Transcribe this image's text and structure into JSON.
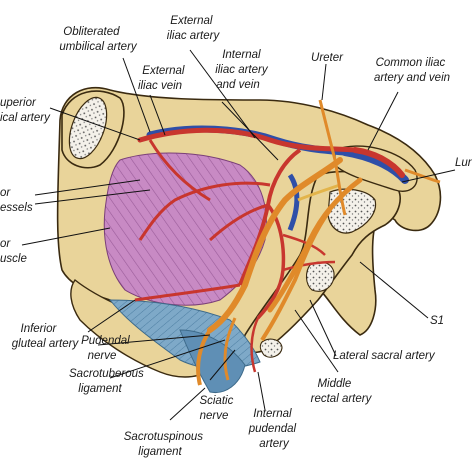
{
  "labels": {
    "obliterated_umbilical_artery": [
      "Obliterated",
      "umbilical artery"
    ],
    "external_iliac_artery": [
      "External",
      "iliac artery"
    ],
    "external_iliac_vein": [
      "External",
      "iliac vein"
    ],
    "internal_iliac_artery_vein": [
      "Internal",
      "iliac artery",
      "and vein"
    ],
    "ureter": [
      "Ureter"
    ],
    "common_iliac_artery_vein": [
      "Common iliac",
      "artery and vein"
    ],
    "superior_vesical_artery": [
      "uperior",
      "ical artery"
    ],
    "lumbosacral_trunk": [
      "Lur"
    ],
    "inferior_vessels": [
      "or",
      "essels"
    ],
    "muscle": [
      "or",
      "uscle"
    ],
    "inferior_gluteal_artery": [
      "Inferior",
      "gluteal artery"
    ],
    "s1": [
      "S1"
    ],
    "pudendal_nerve": [
      "Pudendal",
      "nerve"
    ],
    "lateral_sacral_artery": [
      "Lateral sacral artery"
    ],
    "sacrotuberous_ligament": [
      "Sacrotuberous",
      "ligament"
    ],
    "middle_rectal_artery": [
      "Middle",
      "rectal artery"
    ],
    "sciatic_nerve": [
      "Sciatic",
      "nerve"
    ],
    "internal_pudendal_artery": [
      "Internal",
      "pudendal",
      "artery"
    ],
    "sacrospinous_ligament": [
      "Sacrotuspinous",
      "ligament"
    ]
  },
  "colors": {
    "bone": "#e9d49a",
    "bone_outline": "#3a2a10",
    "muscle": "#c88ac4",
    "artery": "#c8362e",
    "vein": "#2f4fa8",
    "nerve": "#e08a2a",
    "ligament": "#6f9fc0",
    "marrow": "#f4f1ea"
  }
}
